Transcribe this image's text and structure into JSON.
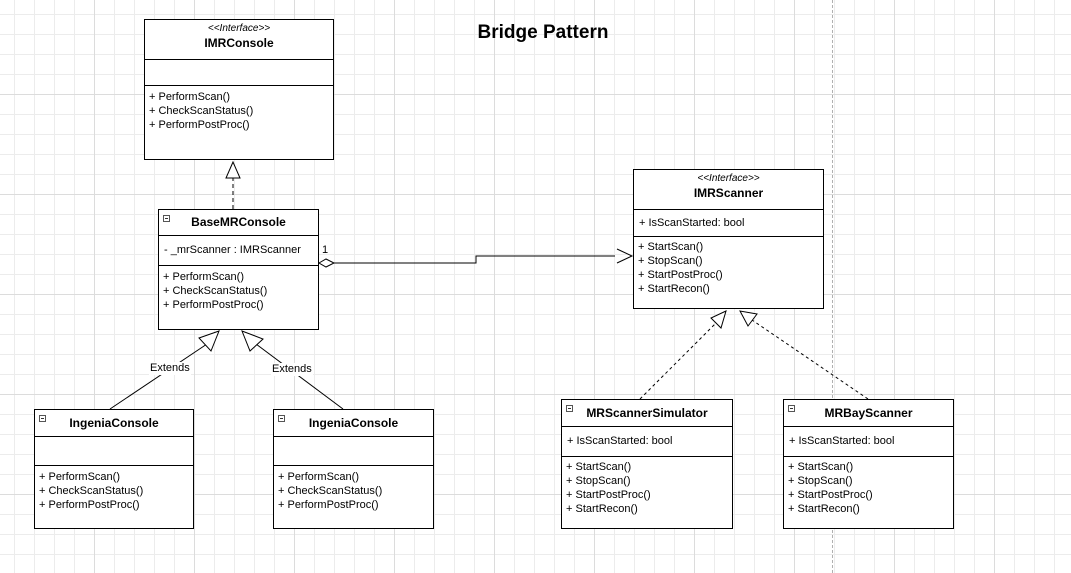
{
  "title": "Bridge Pattern",
  "classes": {
    "imr_console": {
      "stereotype": "<<Interface>>",
      "name": "IMRConsole",
      "ops": [
        "+ PerformScan()",
        "+ CheckScanStatus()",
        "+ PerformPostProc()"
      ]
    },
    "base_mr_console": {
      "name": "BaseMRConsole",
      "attrs": [
        "- _mrScanner : IMRScanner"
      ],
      "ops": [
        "+ PerformScan()",
        "+ CheckScanStatus()",
        "+ PerformPostProc()"
      ]
    },
    "ingenia_console_1": {
      "name": "IngeniaConsole",
      "ops": [
        "+ PerformScan()",
        "+ CheckScanStatus()",
        "+ PerformPostProc()"
      ]
    },
    "ingenia_console_2": {
      "name": "IngeniaConsole",
      "ops": [
        "+ PerformScan()",
        "+ CheckScanStatus()",
        "+ PerformPostProc()"
      ]
    },
    "imr_scanner": {
      "stereotype": "<<Interface>>",
      "name": "IMRScanner",
      "attrs": [
        "+ IsScanStarted: bool"
      ],
      "ops": [
        "+ StartScan()",
        "+ StopScan()",
        "+ StartPostProc()",
        "+ StartRecon()"
      ]
    },
    "mr_scanner_simulator": {
      "name": "MRScannerSimulator",
      "attrs": [
        "+ IsScanStarted: bool"
      ],
      "ops": [
        "+ StartScan()",
        "+ StopScan()",
        "+ StartPostProc()",
        "+ StartRecon()"
      ]
    },
    "mr_bay_scanner": {
      "name": "MRBayScanner",
      "attrs": [
        "+ IsScanStarted: bool"
      ],
      "ops": [
        "+ StartScan()",
        "+ StopScan()",
        "+ StartPostProc()",
        "+ StartRecon()"
      ]
    }
  },
  "labels": {
    "extends_left": "Extends",
    "extends_right": "Extends",
    "multiplicity": "1"
  }
}
